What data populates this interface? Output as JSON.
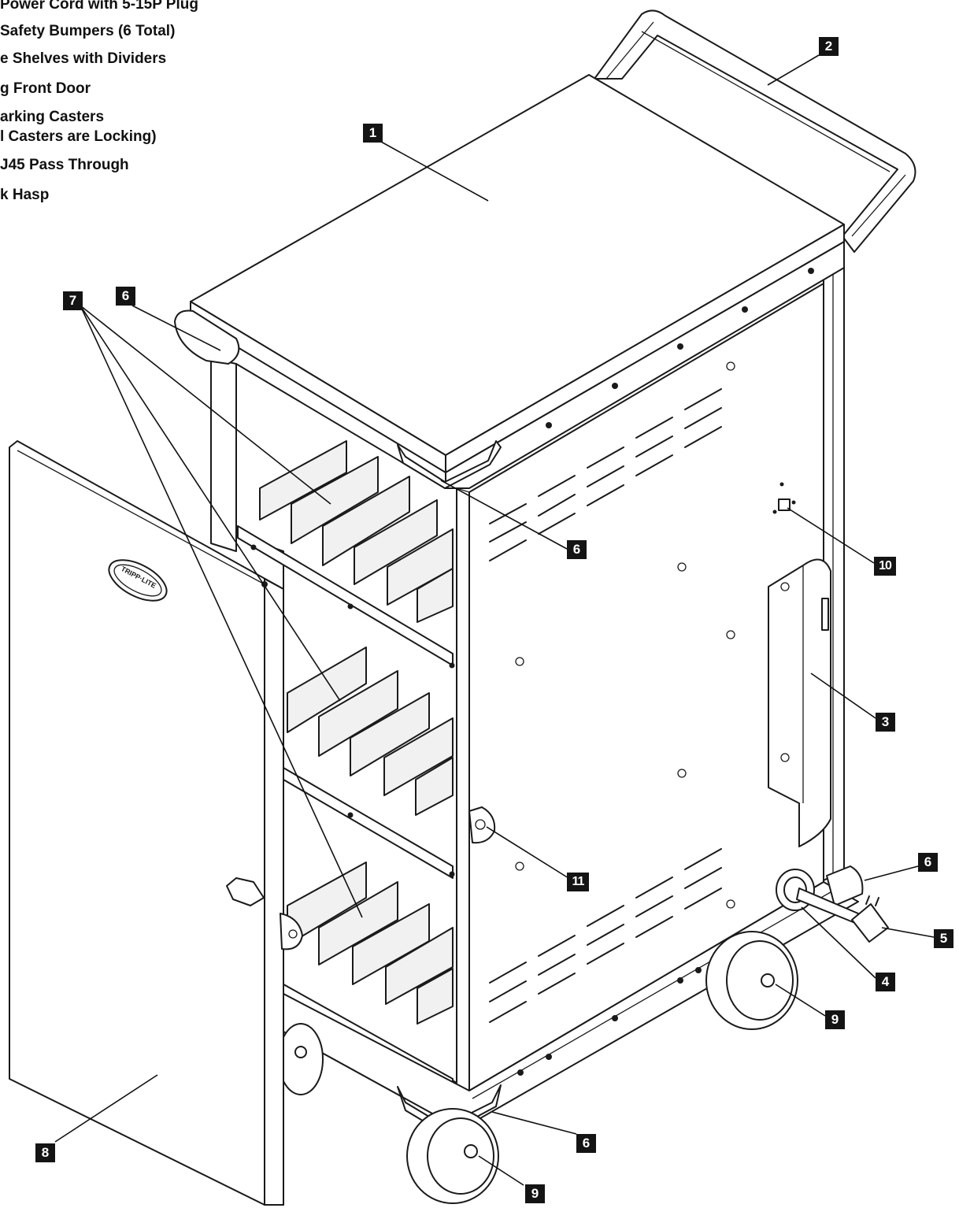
{
  "legend": [
    "Power Cord with 5-15P Plug",
    " Safety Bumpers (6 Total)",
    "e Shelves with Dividers",
    "g Front Door",
    "arking Casters",
    "l Casters are Locking)",
    "J45 Pass Through",
    "k Hasp"
  ],
  "callouts": {
    "c1": "1",
    "c2": "2",
    "c3": "3",
    "c4": "4",
    "c5": "5",
    "c6": "6",
    "c7": "7",
    "c8": "8",
    "c9": "9",
    "c10": "10",
    "c11": "11"
  },
  "door_logo": "TRIPP·LITE",
  "colors": {
    "line": "#1a1a1a",
    "callout_bg": "#141414",
    "callout_text": "#ffffff"
  }
}
